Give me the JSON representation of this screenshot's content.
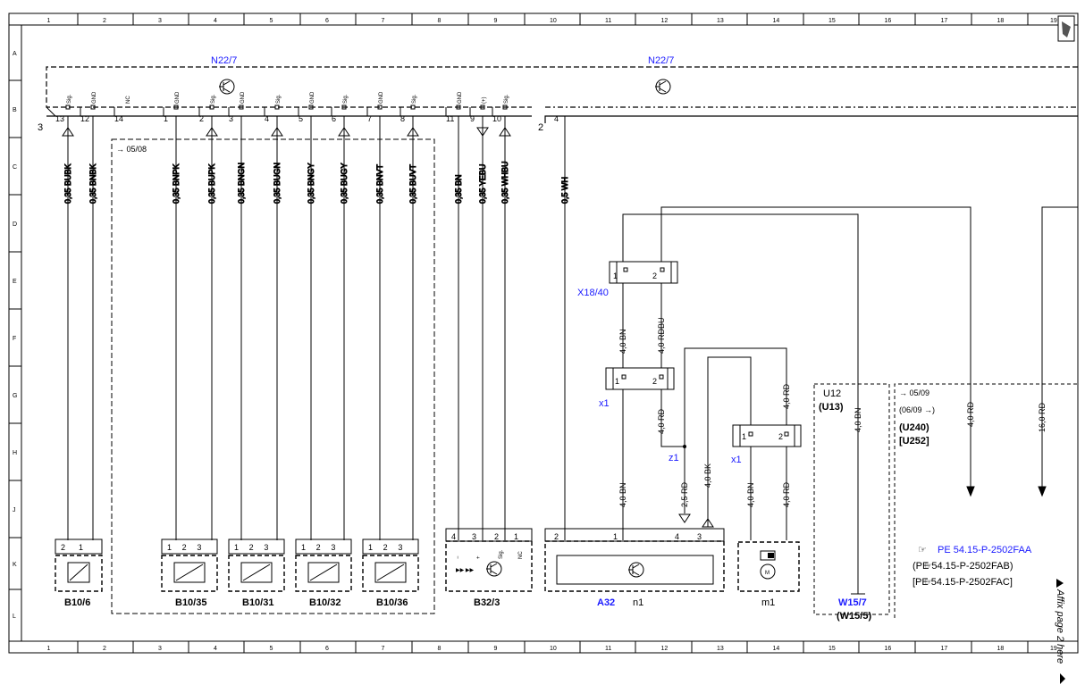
{
  "columns": [
    "1",
    "2",
    "3",
    "4",
    "5",
    "6",
    "7",
    "8",
    "9",
    "10",
    "11",
    "12",
    "13",
    "14",
    "15",
    "16",
    "17",
    "18",
    "19"
  ],
  "rows": [
    "A",
    "B",
    "C",
    "D",
    "E",
    "F",
    "G",
    "H",
    "J",
    "K",
    "L"
  ],
  "module_a": "N22/7",
  "module_b": "N22/7",
  "conn_left": "3",
  "conn_right": "2",
  "pins_left": [
    {
      "num": "13",
      "sig": "Sig."
    },
    {
      "num": "12",
      "sig": "GND"
    },
    {
      "num": "14",
      "sig": "NC"
    },
    {
      "num": "1",
      "sig": "GND"
    },
    {
      "num": "2",
      "sig": "Sig."
    },
    {
      "num": "3",
      "sig": "GND"
    },
    {
      "num": "4",
      "sig": "Sig."
    },
    {
      "num": "5",
      "sig": "GND"
    },
    {
      "num": "6",
      "sig": "Sig."
    },
    {
      "num": "7",
      "sig": "GND"
    },
    {
      "num": "8",
      "sig": "Sig."
    },
    {
      "num": "11",
      "sig": "GND"
    },
    {
      "num": "9",
      "sig": "(+)"
    },
    {
      "num": "10",
      "sig": "Sig."
    }
  ],
  "pin_right": {
    "num": "4"
  },
  "wires_top": [
    "0,35 BUBK",
    "0,35 BNBK",
    "0,35 BNPK",
    "0,35 BUPK",
    "0,35 BNGN",
    "0,35 BUGN",
    "0,35 BNGY",
    "0,35 BUGY",
    "0,35 BNVT",
    "0,35 BUVT",
    "0,35 BN",
    "0,35 YEBU",
    "0,35 WHBU",
    "0,5 WH"
  ],
  "note_0508": "→ 05/08",
  "x1840": {
    "label": "X18/40",
    "p1": "1",
    "p2": "2"
  },
  "wires_mid": [
    "4,0 BN",
    "4,0 RDBU"
  ],
  "x1_a": {
    "label": "x1",
    "p1": "1",
    "p2": "2"
  },
  "wires_low": {
    "rd_a": "4,0 RD",
    "rd_b": "4,0 RD",
    "bn_a": "4,0 BN",
    "rd_c": "2,5 RD",
    "bk": "4,0 BK",
    "bn_b": "4,0 BN",
    "rd_d": "4,0 RD",
    "bn_w": "4,0 BN",
    "rd_e": "4,0 RD",
    "rd16": "16,0 RD"
  },
  "z1": "z1",
  "x1_b": {
    "label": "x1",
    "p1": "1",
    "p2": "2"
  },
  "u12": {
    "l1": "U12",
    "l2": "(U13)"
  },
  "note_right": {
    "l1": "→ 05/09",
    "l2": "(06/09 →)",
    "l3": "(U240)",
    "l4": "[U252]"
  },
  "sensors": [
    {
      "name": "B10/6",
      "pins": [
        "2",
        "1"
      ]
    },
    {
      "name": "B10/35",
      "pins": [
        "1",
        "2",
        "3"
      ]
    },
    {
      "name": "B10/31",
      "pins": [
        "1",
        "2",
        "3"
      ]
    },
    {
      "name": "B10/32",
      "pins": [
        "1",
        "2",
        "3"
      ]
    },
    {
      "name": "B10/36",
      "pins": [
        "1",
        "2",
        "3"
      ]
    }
  ],
  "b32": {
    "name": "B32/3",
    "pins": [
      "4",
      "3",
      "2",
      "1"
    ],
    "subs": [
      "−",
      "+",
      "Sig.",
      "NC"
    ]
  },
  "a32": {
    "name": "A32",
    "sub": "n1",
    "pins": [
      "2",
      "1",
      "4",
      "3"
    ]
  },
  "m1": {
    "name": "m1",
    "motor": "M"
  },
  "w157": {
    "l1": "W15/7",
    "l2": "(W15/5)"
  },
  "refs": [
    "PE 54.15-P-2502FAA",
    "(PE 54.15-P-2502FAB)",
    "[PE 54.15-P-2502FAC]"
  ],
  "affix": "Affix page 2 here"
}
